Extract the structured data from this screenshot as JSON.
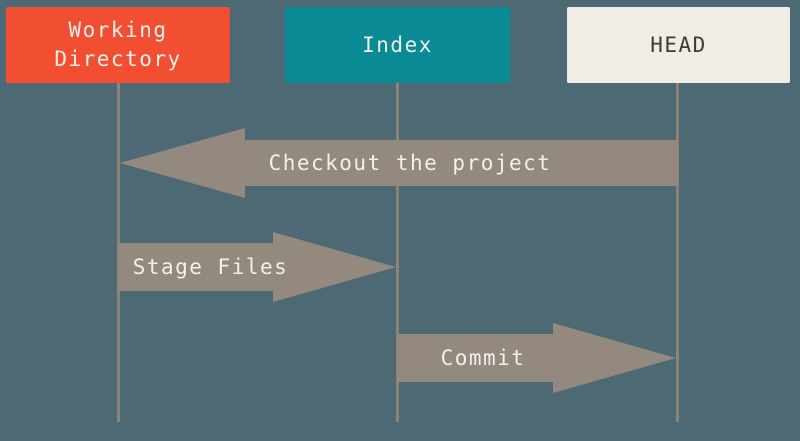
{
  "diagram": {
    "name": "git-areas-sequence-diagram",
    "background_color": "#4D6973",
    "text_color_light": "#F2F0EB",
    "arrow_color": "#93897E",
    "lifeline_color": "#8B8278",
    "columns": [
      {
        "id": "working-directory",
        "label": "Working Directory",
        "box_color": "#F14E32",
        "text_color": "#F2F0EB"
      },
      {
        "id": "index",
        "label": "Index",
        "box_color": "#0A8A94",
        "text_color": "#F2F0EB"
      },
      {
        "id": "head",
        "label": "HEAD",
        "box_color": "#F0EEE4",
        "text_color": "#3F3B35"
      }
    ],
    "arrows": [
      {
        "label": "Checkout the project",
        "from": "head",
        "to": "working-directory",
        "direction": "left"
      },
      {
        "label": "Stage Files",
        "from": "working-directory",
        "to": "index",
        "direction": "right"
      },
      {
        "label": "Commit",
        "from": "index",
        "to": "head",
        "direction": "right"
      }
    ]
  }
}
